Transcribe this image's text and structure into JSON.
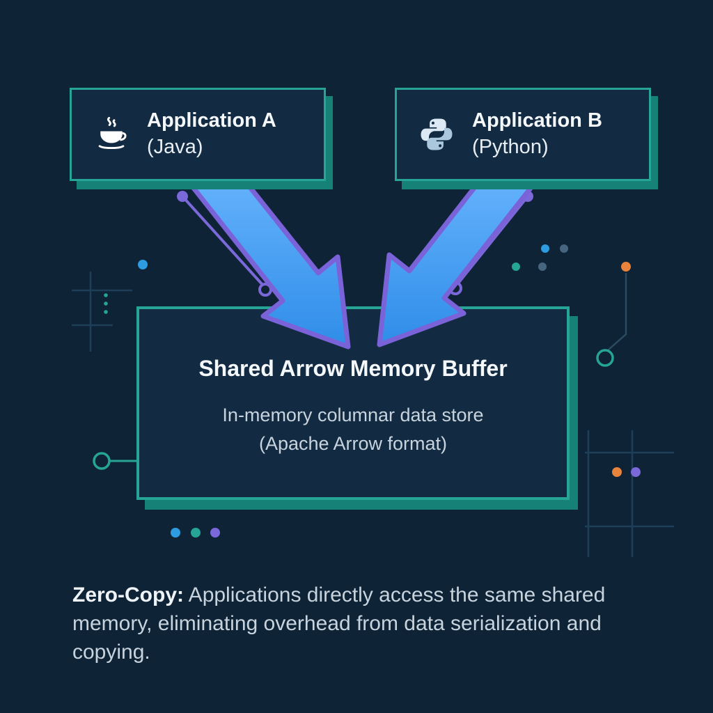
{
  "diagram": {
    "app_a": {
      "title": "Application A",
      "subtitle": "(Java)",
      "icon": "java-icon"
    },
    "app_b": {
      "title": "Application B",
      "subtitle": "(Python)",
      "icon": "python-icon"
    },
    "buffer": {
      "title": "Shared Arrow Memory Buffer",
      "desc_line1": "In-memory columnar data store",
      "desc_line2": "(Apache Arrow format)"
    }
  },
  "caption": {
    "lead": "Zero-Copy:",
    "body": " Applications directly access the same shared memory, eliminating overhead from data serialization and copying."
  },
  "colors": {
    "background": "#0f2337",
    "panel": "#132b42",
    "teal_border": "#26a495",
    "teal_shadow": "#158177",
    "arrow_blue": "#4aa7ff",
    "arrow_purple": "#7a63d9",
    "dot_blue": "#2e9ce0",
    "dot_orange": "#e8833c",
    "dot_purple": "#7b68d9",
    "text_primary": "#f4f8fb",
    "text_secondary": "#c7d3dd"
  }
}
